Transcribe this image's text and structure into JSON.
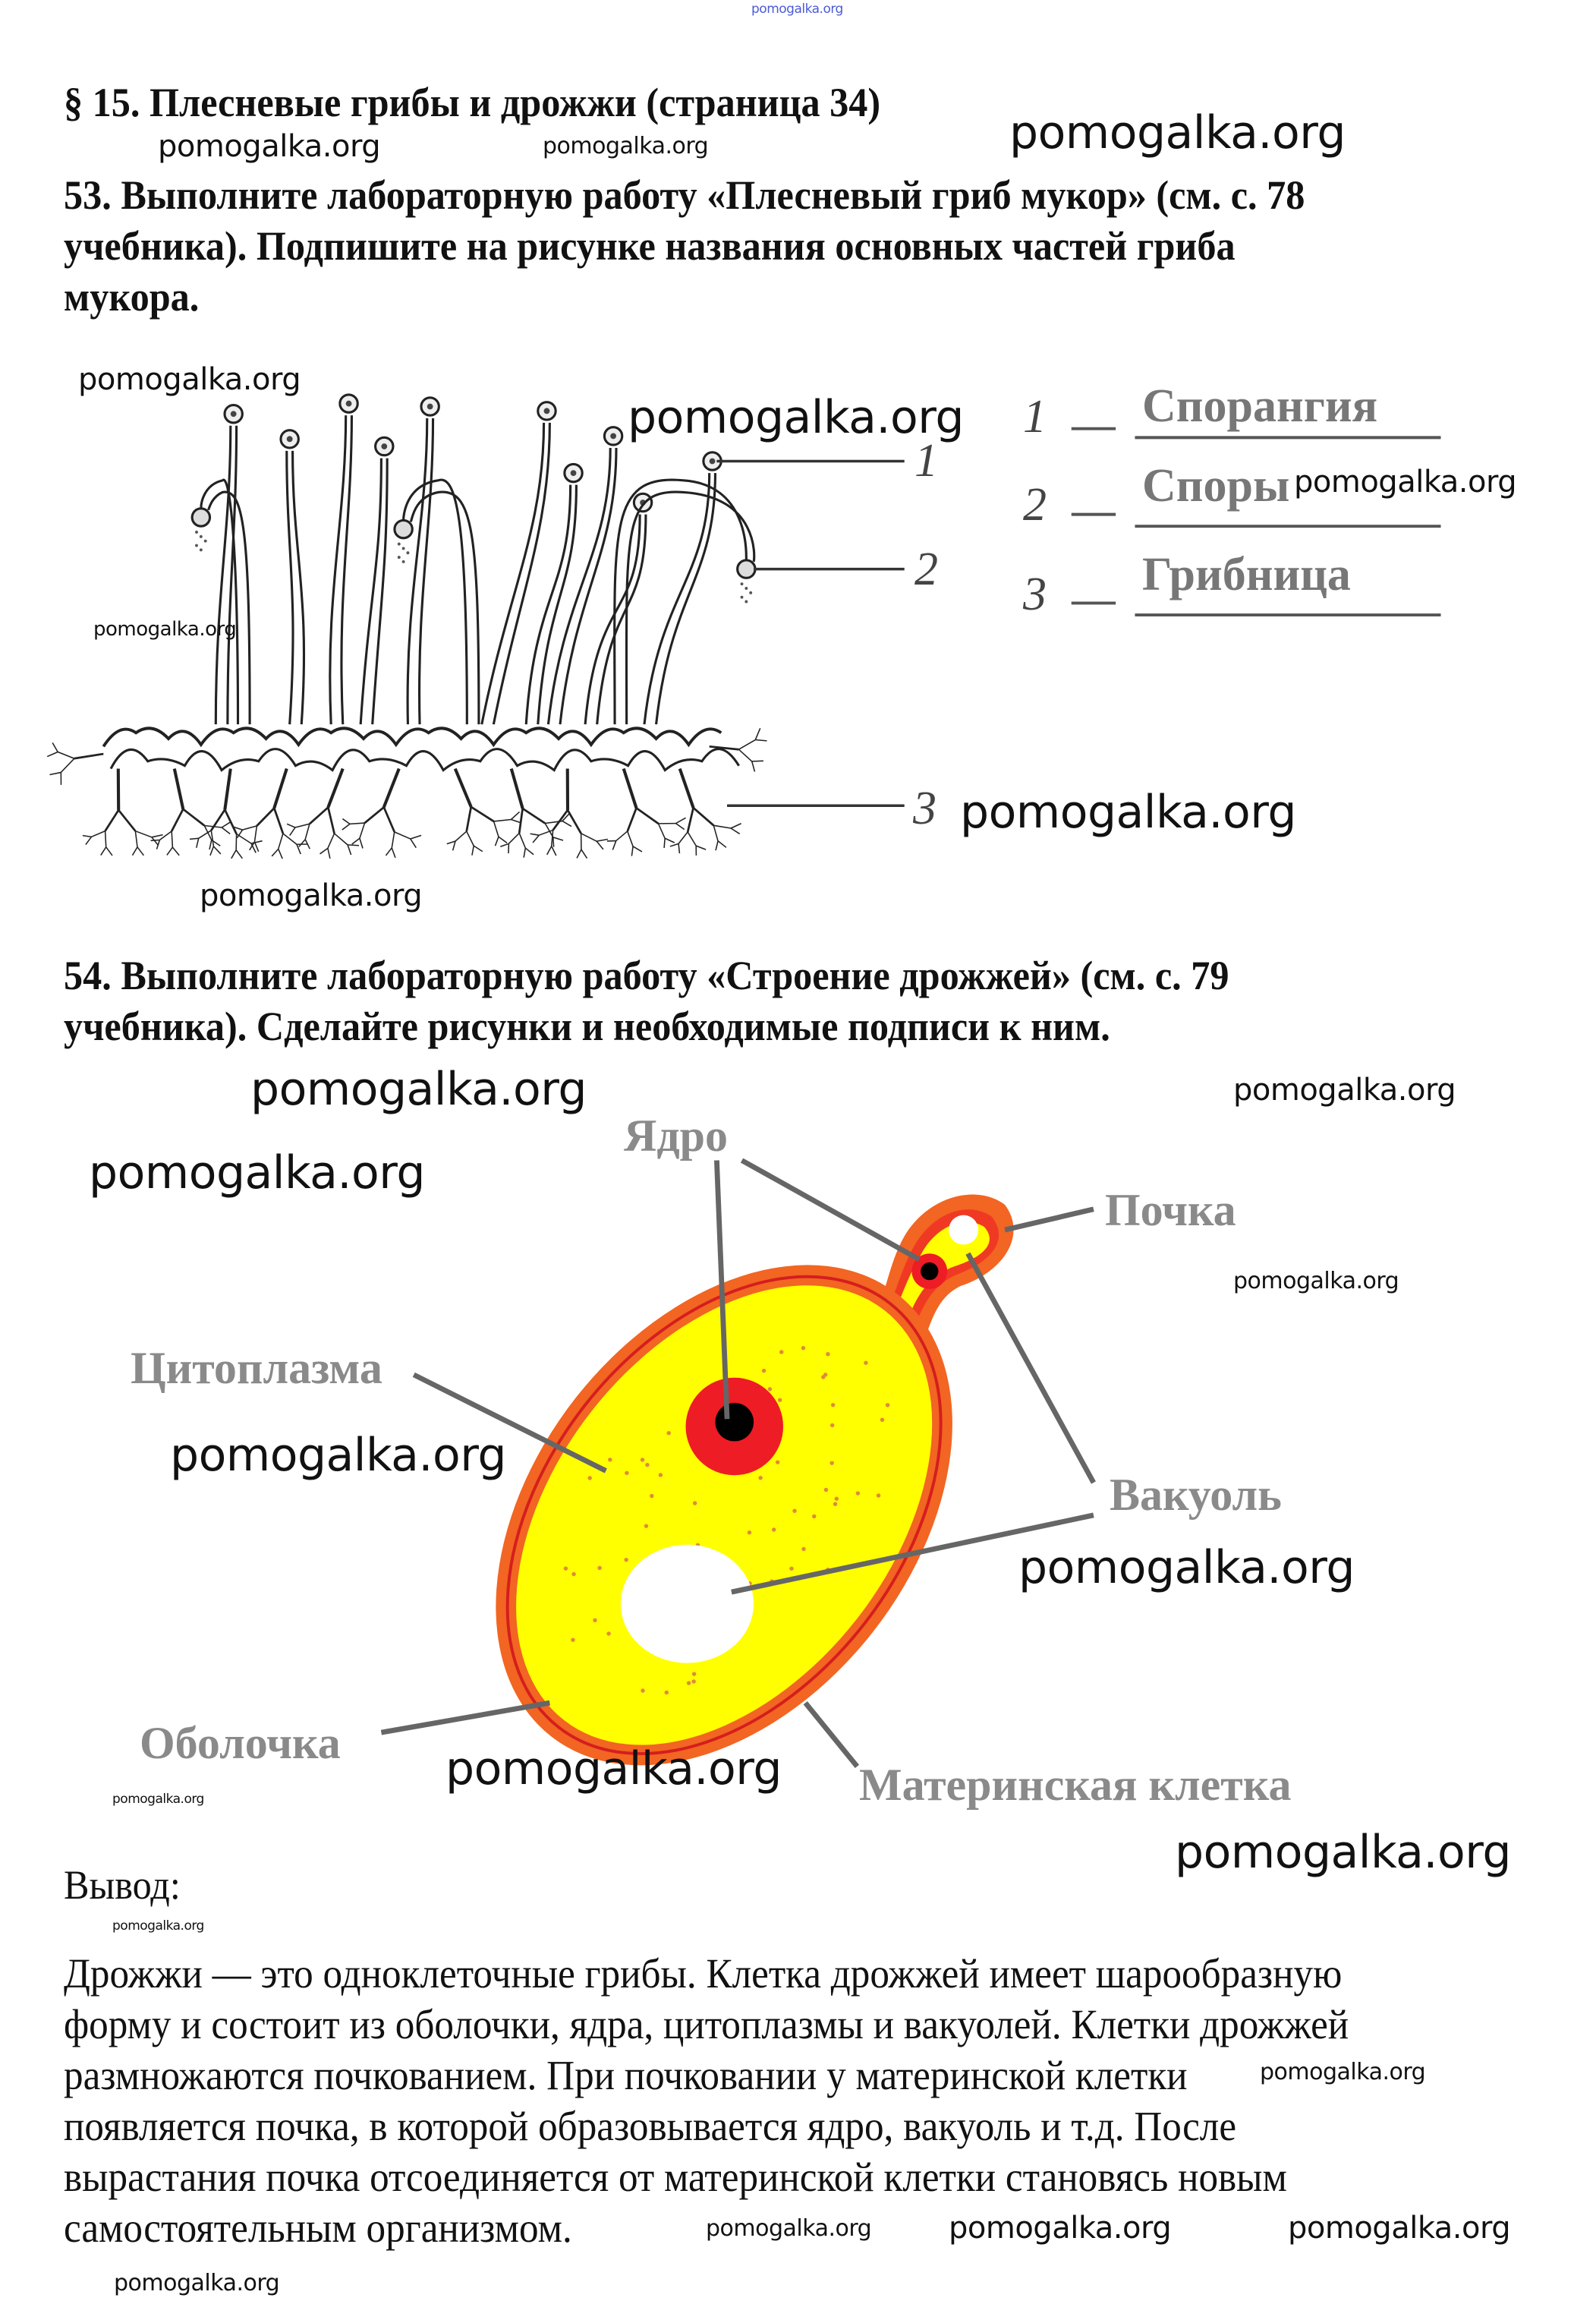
{
  "watermark": "pomogalka.org",
  "title": "§ 15. Плесневые грибы и дрожжи (страница 34)",
  "q53": {
    "lines": [
      "53. Выполните лабораторную работу «Плесневый гриб мукор» (см. с. 78",
      "учебника). Подпишите на рисунке названия основных частей гриба",
      "мукора."
    ],
    "figure_numbers": [
      "1",
      "2",
      "3"
    ],
    "answers": [
      {
        "num": "1",
        "dash": "—",
        "label": "Спорангия"
      },
      {
        "num": "2",
        "dash": "—",
        "label": "Споры"
      },
      {
        "num": "3",
        "dash": "—",
        "label": "Грибница"
      }
    ]
  },
  "q54": {
    "lines": [
      "54. Выполните лабораторную работу «Строение дрожжей» (см. с. 79",
      "учебника). Сделайте рисунки и необходимые подписи к ним."
    ],
    "labels": {
      "nucleus": "Ядро",
      "bud": "Почка",
      "cytoplasm": "Цитоплазма",
      "vacuole": "Вакуоль",
      "membrane": "Оболочка",
      "mother_cell": "Материнская клетка"
    },
    "colors": {
      "cytoplasm": "#ffff00",
      "membrane": "#f26522",
      "nucleus": "#ee1c24"
    }
  },
  "conclusion": {
    "heading": "Вывод:",
    "lines": [
      "Дрожжи — это одноклеточные грибы. Клетка дрожжей имеет шарообразную",
      "форму и состоит из оболочки, ядра, цитоплазмы и вакуолей. Клетки дрожжей",
      "размножаются почкованием. При почковании у материнской клетки",
      "появляется почка, в которой образовывается ядро, вакуоль и т.д. После",
      "вырастания почка отсоединяется от материнской клетки становясь новым",
      "самостоятельным организмом."
    ]
  }
}
